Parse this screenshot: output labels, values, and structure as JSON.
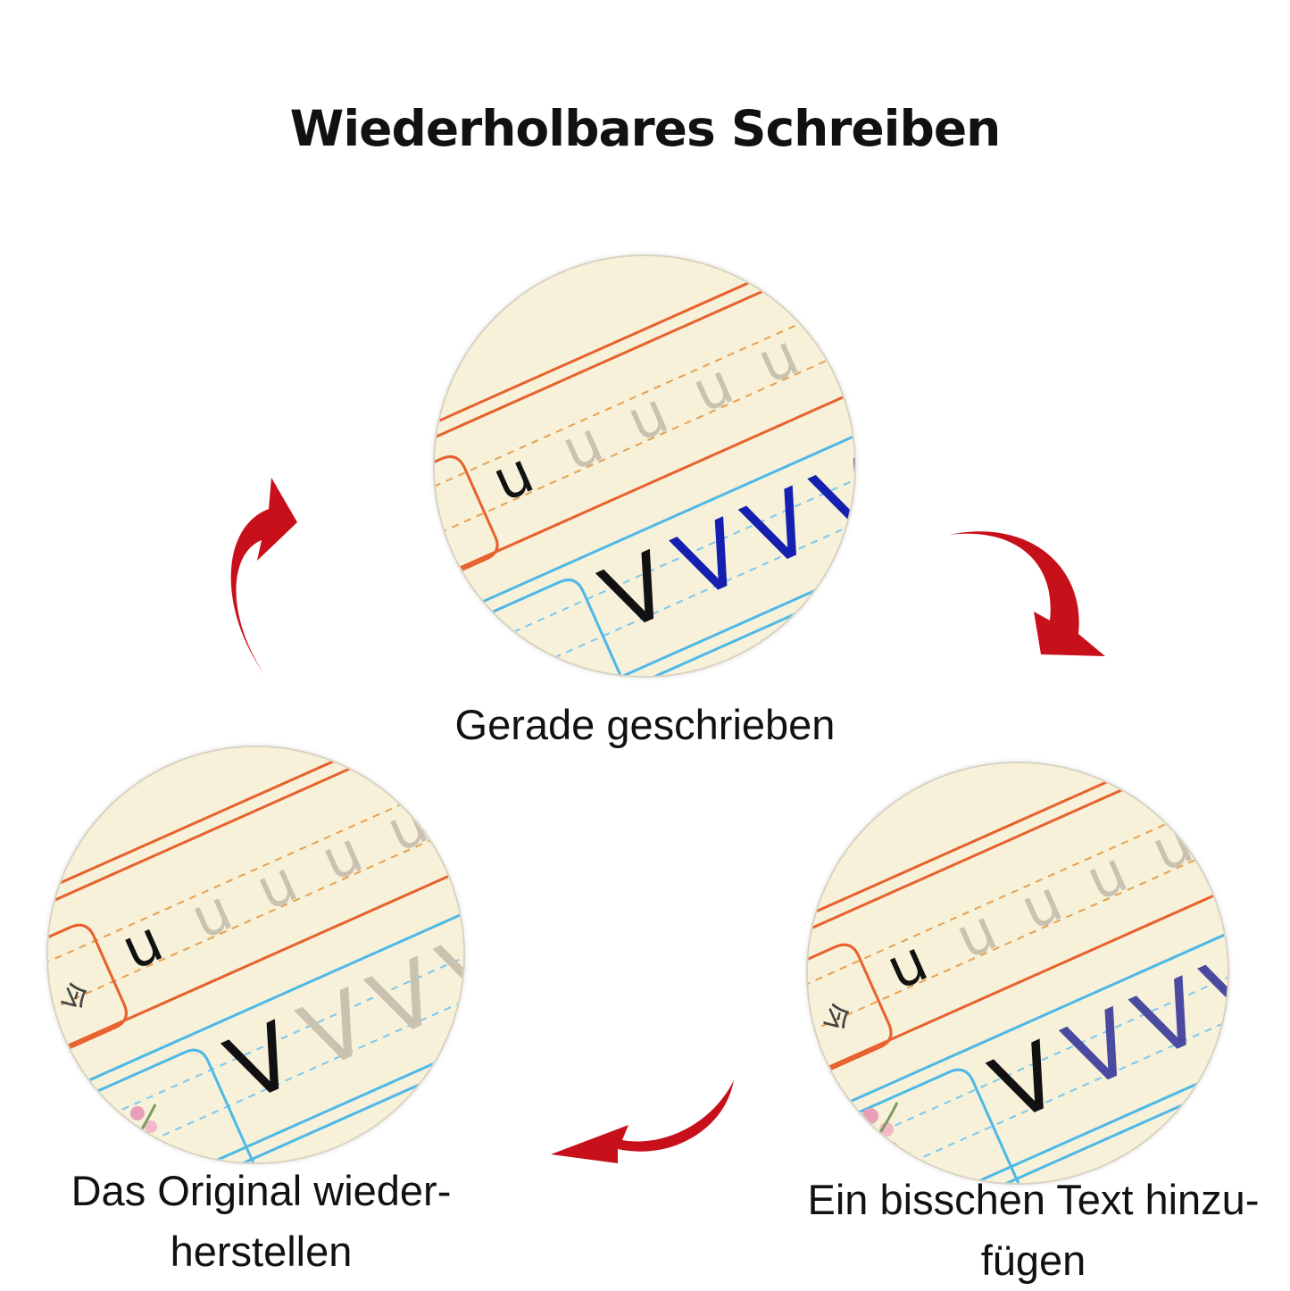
{
  "title": "Wiederholbares Schreiben",
  "steps": {
    "top": {
      "caption": "Gerade geschrieben",
      "guide_letter": "u",
      "main_letter": "V"
    },
    "right": {
      "caption_line1": "Ein bisschen Text hinzu-",
      "caption_line2": "fügen",
      "guide_letter": "u",
      "main_letter": "V",
      "side_char": "今"
    },
    "left": {
      "caption_line1": "Das Original wieder-",
      "caption_line2": "herstellen",
      "guide_letter": "u",
      "main_letter": "V",
      "side_char": "今"
    }
  },
  "colors": {
    "arrow": "#c8101a",
    "paper": "#f7f1d9",
    "orange_line": "#e8602c",
    "blue_line": "#4db8e8",
    "ink_blue": "#1520b0",
    "ink_purple": "#4a4aa0",
    "ink_gray": "#c9c2b0",
    "ink_black": "#111111"
  },
  "icons": [
    "curved-arrow-icon"
  ]
}
